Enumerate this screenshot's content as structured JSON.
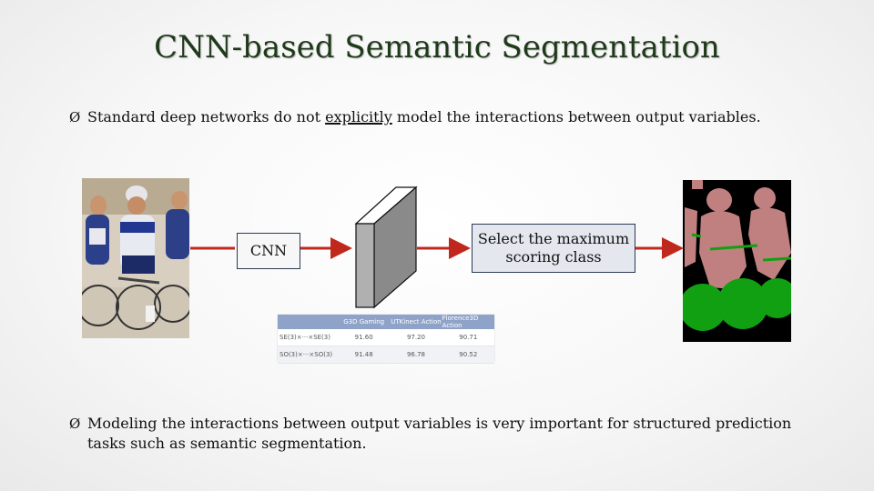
{
  "slide": {
    "title": "CNN-based Semantic Segmentation",
    "bullet_marker": "Ø",
    "bullet1": {
      "before": "Standard deep networks do not ",
      "emphasis": "explicitly",
      "after": " model the interactions between output variables."
    },
    "bullet2": "Modeling the interactions between output variables is very important for structured prediction tasks such as semantic segmentation."
  },
  "diagram": {
    "cnn_label": "CNN",
    "select_label": "Select the maximum scoring class",
    "input_image": "cyclists-photo",
    "output_image": "segmentation-map",
    "colors": {
      "arrow": "#c0281e",
      "box_border": "#2b3a55",
      "seg_background": "#000000",
      "seg_person": "#c08080",
      "seg_bicycle": "#11a011",
      "block_face": "#b0b0b0"
    }
  },
  "table": {
    "headers": [
      "",
      "G3D Gaming",
      "UTKinect Action",
      "Florence3D Action"
    ],
    "rows": [
      [
        "SE(3)×···×SE(3)",
        "91.60",
        "97.20",
        "90.71"
      ],
      [
        "SO(3)×···×SO(3)",
        "91.48",
        "96.78",
        "90.52"
      ]
    ]
  }
}
